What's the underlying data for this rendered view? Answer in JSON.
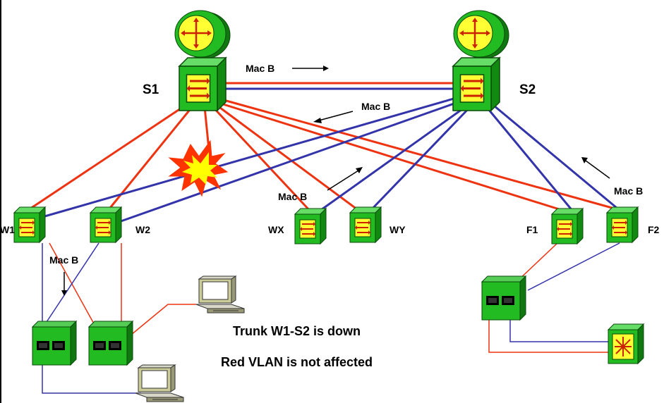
{
  "devices": {
    "s1": "S1",
    "s2": "S2",
    "w1": "W1",
    "w2": "W2",
    "wx": "WX",
    "wy": "WY",
    "f1": "F1",
    "f2": "F2"
  },
  "mac_labels": {
    "top": "Mac B",
    "upper_mid": "Mac B",
    "center": "Mac B",
    "right": "Mac B",
    "left": "Mac B"
  },
  "notes": {
    "line1": "Trunk W1-S2 is down",
    "line2": "Red VLAN is not affected"
  },
  "colors": {
    "red_vlan": "#ee3311",
    "blue_vlan": "#3333aa",
    "device_green": "#22bb22",
    "device_dark": "#117711",
    "router_yellow": "#ffff33",
    "burst": "#ff3300"
  }
}
